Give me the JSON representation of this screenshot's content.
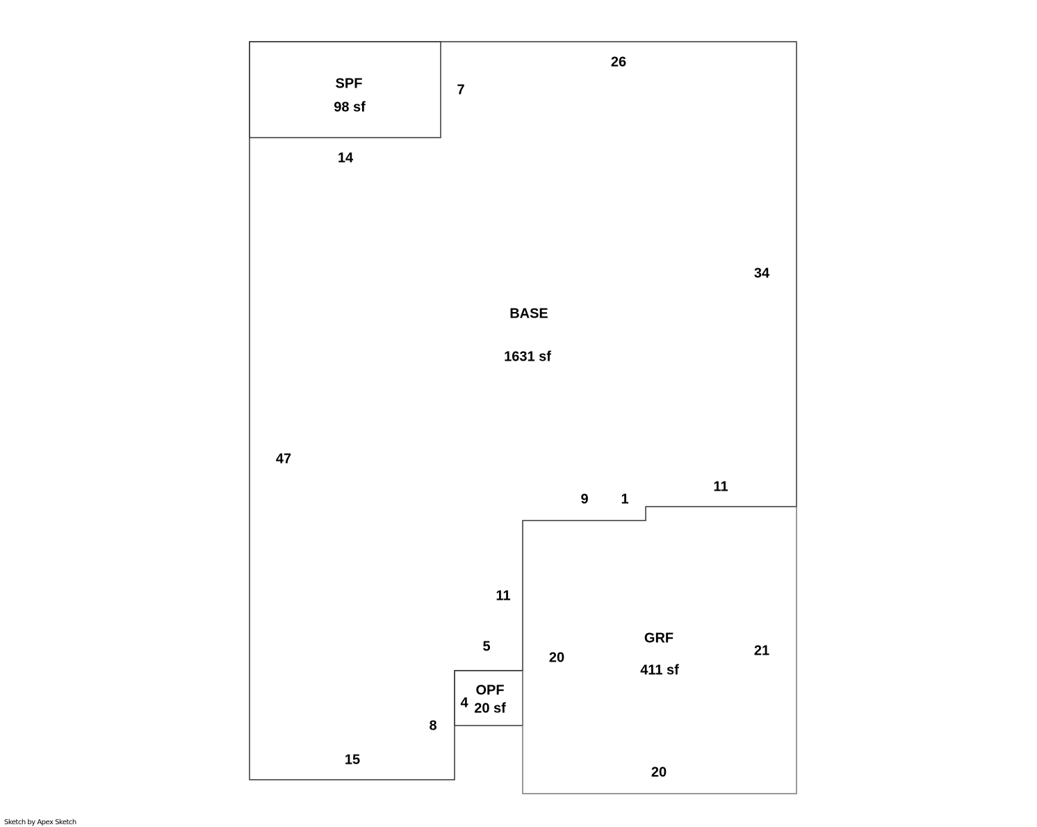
{
  "areas": {
    "spf": {
      "name": "SPF",
      "area": "98 sf"
    },
    "base": {
      "name": "BASE",
      "area": "1631 sf"
    },
    "grf": {
      "name": "GRF",
      "area": "411 sf"
    },
    "opf": {
      "name": "OPF",
      "area": "20 sf"
    }
  },
  "dimensions": {
    "base_top": "26",
    "spf_right": "7",
    "spf_bottom": "14",
    "base_right": "34",
    "base_left": "47",
    "step_9": "9",
    "step_1": "1",
    "step_11_top": "11",
    "base_inner_11": "11",
    "base_inner_5": "5",
    "opf_left": "4",
    "base_inner_8": "8",
    "base_bottom": "15",
    "grf_left": "20",
    "grf_right": "21",
    "grf_bottom": "20"
  },
  "footer": "Sketch by Apex Sketch"
}
